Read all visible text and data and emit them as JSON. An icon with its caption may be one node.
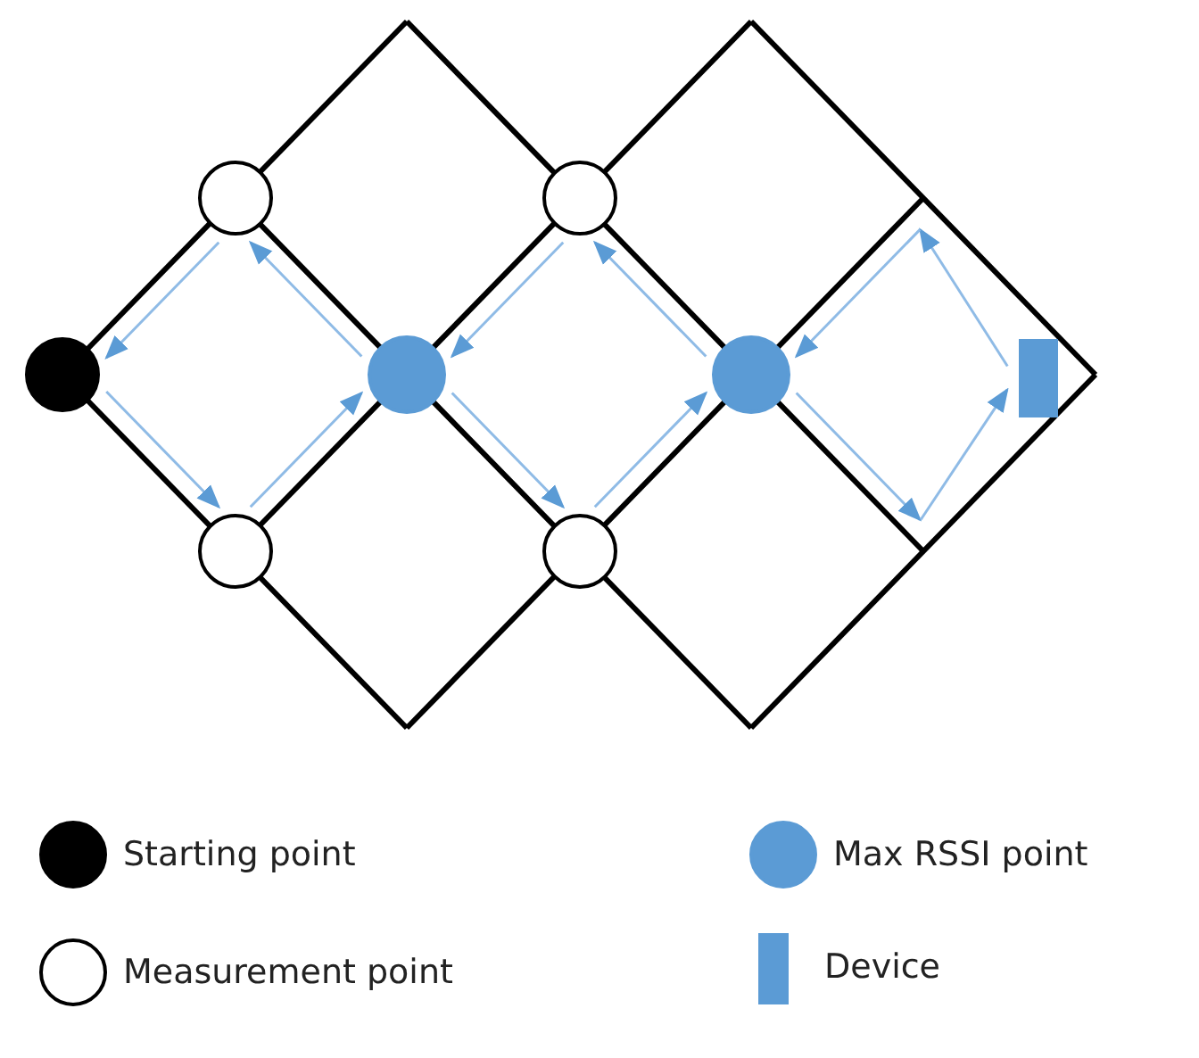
{
  "diagram": {
    "nodes": [
      {
        "text": [],
        "shape": "circle"
      },
      {
        "text": [],
        "shape": "circle"
      },
      {
        "text": [],
        "shape": "circle"
      },
      {
        "text": [],
        "shape": "circle"
      },
      {
        "text": [],
        "shape": "circle"
      },
      {
        "text": [],
        "shape": "circle"
      },
      {
        "text": [],
        "shape": "circle"
      },
      {
        "text": [],
        "shape": "box"
      }
    ],
    "edges": [
      {
        "from": 0,
        "to": 2,
        "arrow": "to"
      },
      {
        "from": 2,
        "to": 3,
        "arrow": "to"
      },
      {
        "from": 3,
        "to": 1,
        "arrow": "to"
      },
      {
        "from": 1,
        "to": 0,
        "arrow": "to"
      },
      {
        "from": 3,
        "to": 5,
        "arrow": "to"
      },
      {
        "from": 5,
        "to": 6,
        "arrow": "to"
      },
      {
        "from": 6,
        "to": 4,
        "arrow": "to"
      },
      {
        "from": 4,
        "to": 3,
        "arrow": "to"
      },
      {
        "from": 6,
        "to": null,
        "arrow": "to"
      },
      {
        "from": null,
        "to": 7,
        "arrow": "to"
      },
      {
        "from": 7,
        "to": null,
        "arrow": "to"
      },
      {
        "from": null,
        "to": 6,
        "arrow": "to"
      }
    ],
    "legend": [
      {
        "text": "Starting point",
        "color": "#000000"
      },
      {
        "text": "Max RSSI point",
        "color": "#5b9bd5"
      },
      {
        "text": "Measurement point",
        "color": "#ffffff"
      },
      {
        "text": "Device",
        "color": "#5b9bd5"
      }
    ]
  }
}
